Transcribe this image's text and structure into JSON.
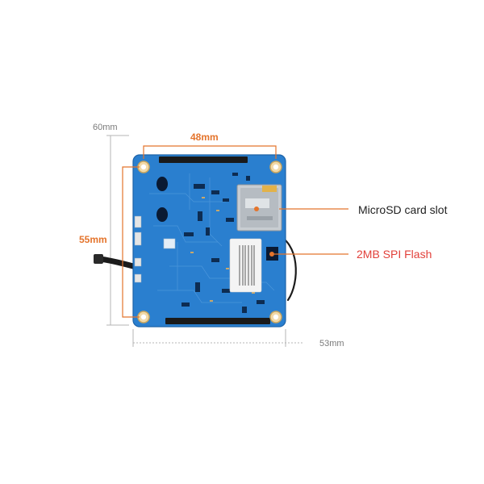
{
  "dimensions": {
    "total_height": "60mm",
    "hole_width": "48mm",
    "hole_height": "55mm",
    "total_width": "53mm"
  },
  "callouts": {
    "microsd": "MicroSD card slot",
    "spi_flash": "2MB SPI Flash"
  },
  "colors": {
    "board": "#2a7fcf",
    "accent_orange": "#e4742c",
    "callout_red": "#e2403a",
    "dim_gray": "#9a9a9a"
  }
}
